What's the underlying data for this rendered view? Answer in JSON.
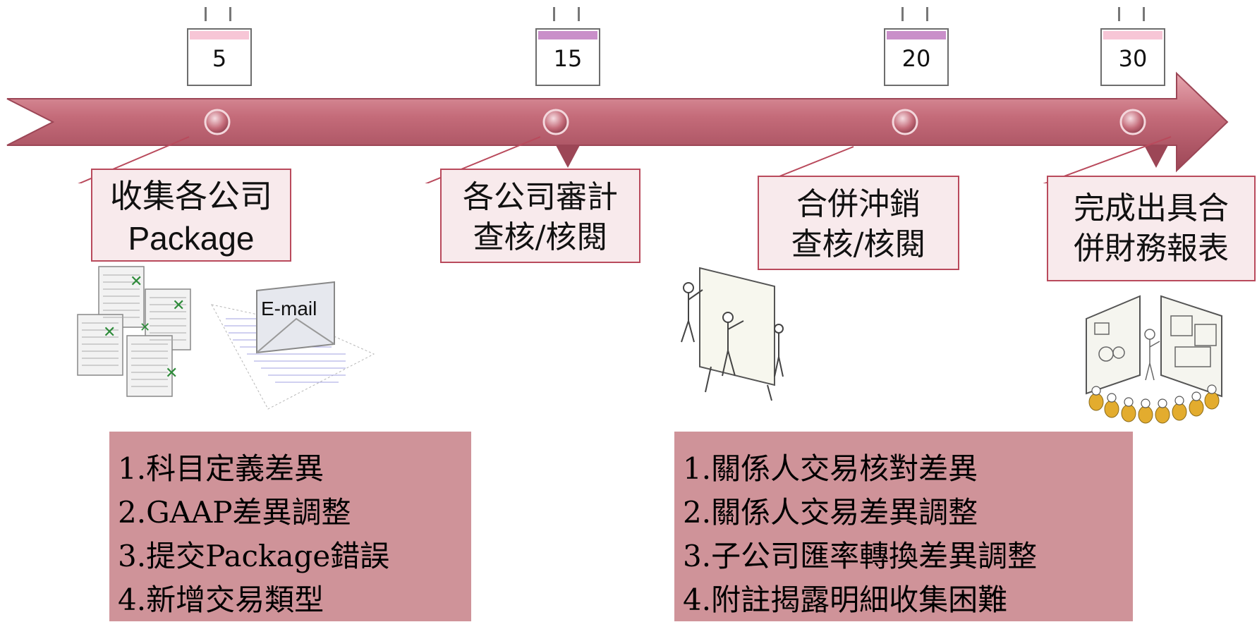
{
  "milestones": [
    {
      "day": "5",
      "label_lines": [
        "收集各公司",
        "Package"
      ]
    },
    {
      "day": "15",
      "label_lines": [
        "各公司審計",
        "查核/核閱"
      ]
    },
    {
      "day": "20",
      "label_lines": [
        "合併沖銷",
        "查核/核閱"
      ]
    },
    {
      "day": "30",
      "label_lines": [
        "完成出具合",
        "併財務報表"
      ]
    }
  ],
  "email_label": "E-mail",
  "issues_left": [
    "1.科目定義差異",
    "2.GAAP差異調整",
    "3.提交Package錯誤",
    "4.新增交易類型"
  ],
  "issues_right": [
    "1.關係人交易核對差異",
    "2.關係人交易差異調整",
    "3.子公司匯率轉換差異調整",
    "4.附註揭露明細收集困難"
  ],
  "colors": {
    "arrow": "#c46b79",
    "arrow_dark": "#9c4656",
    "label_border": "#b94a5c",
    "label_fill": "#f8eaec",
    "issues_fill": "#cf9399",
    "calendar_strip_light": "#f7c6d6",
    "calendar_strip_dark": "#c98fc9"
  },
  "icons": [
    "calendar-icon",
    "spreadsheet-stack-icon",
    "email-envelope-icon",
    "whiteboard-people-icon",
    "presentation-audience-icon"
  ]
}
